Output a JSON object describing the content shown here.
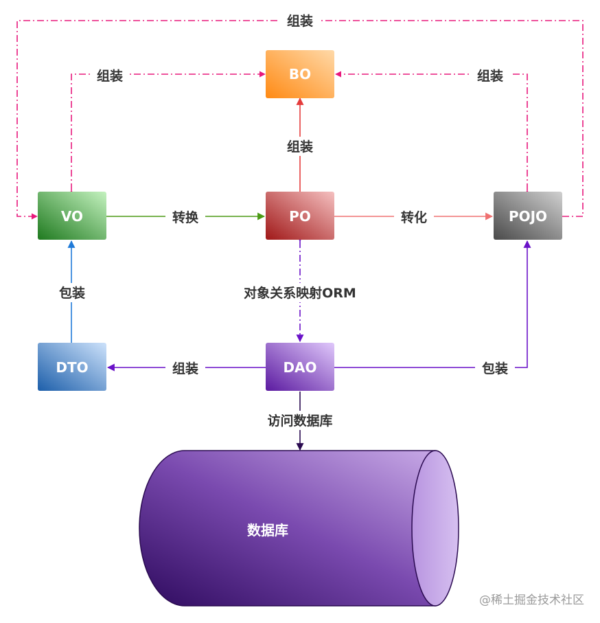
{
  "nodes": {
    "bo": {
      "label": "BO"
    },
    "vo": {
      "label": "VO"
    },
    "po": {
      "label": "PO"
    },
    "pojo": {
      "label": "POJO"
    },
    "dto": {
      "label": "DTO"
    },
    "dao": {
      "label": "DAO"
    }
  },
  "database": {
    "label": "数据库"
  },
  "edges": {
    "outer_assemble": "组装",
    "vo_bo_assemble": "组装",
    "pojo_bo_assemble": "组装",
    "po_bo_assemble": "组装",
    "vo_po_convert": "转换",
    "po_pojo_convert": "转化",
    "dto_vo_wrap": "包装",
    "po_dao_orm": "对象关系映射ORM",
    "dao_dto_assemble": "组装",
    "dao_pojo_wrap": "包装",
    "dao_db_access": "访问数据库"
  },
  "watermark": "@稀土掘金技术社区",
  "colors": {
    "pink": "#e8187c",
    "green": "#4a9a14",
    "red": "#e43c3c",
    "salmon": "#ef7070",
    "blue": "#1f7ad8",
    "purple": "#6a12c8",
    "dark_purple": "#2a0a50"
  }
}
